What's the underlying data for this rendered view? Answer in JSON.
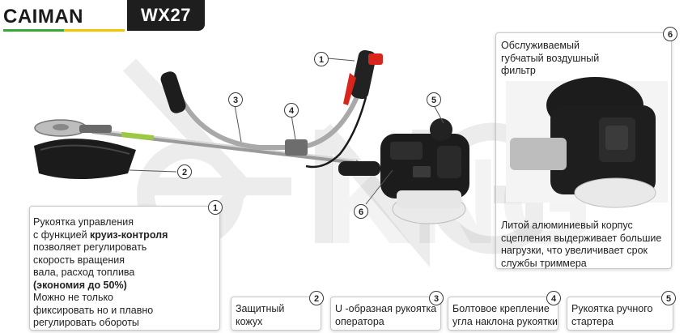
{
  "brand": {
    "name": "CAIMAN",
    "model": "WX27",
    "stripe_colors": [
      "#39a935",
      "#f2c500"
    ]
  },
  "watermark": {
    "text": "KNG"
  },
  "callouts": [
    {
      "number": "1",
      "label": "Рукоятка управления"
    },
    {
      "number": "2",
      "label": "Защитный кожух"
    },
    {
      "number": "3",
      "label": "U-образная рукоятка оператора"
    },
    {
      "number": "4",
      "label": "Болтовое крепление угла наклона рукоятки"
    },
    {
      "number": "5",
      "label": "Рукоятка ручного стартера"
    },
    {
      "number": "6",
      "label": "Обслуживаемый губчатый воздушный фильтр"
    }
  ],
  "info_left": {
    "number": "1",
    "lines": [
      {
        "text": "Рукоятка управления"
      },
      {
        "prefix": "с функцией ",
        "bold": "круиз-контроля"
      },
      {
        "text": "позволяет регулировать"
      },
      {
        "text": "скорость вращения"
      },
      {
        "text": "вала, расход топлива"
      },
      {
        "bold": "(экономия до 50%)"
      },
      {
        "text": "Можно не только"
      },
      {
        "text": "фиксировать но и плавно"
      },
      {
        "text": "регулировать обороты"
      }
    ]
  },
  "info_right": {
    "number": "6",
    "title_lines": [
      "Обслуживаемый",
      "губчатый воздушный",
      "фильтр"
    ],
    "body_lines": [
      "Литой алюминиевый корпус",
      "сцепления выдерживает большие",
      "нагрузки, что увеличивает срок",
      "службы триммера"
    ]
  },
  "bottom_boxes": [
    {
      "number": "2",
      "lines": [
        "Защитный",
        "кожух"
      ]
    },
    {
      "number": "3",
      "lines": [
        "U -образная рукоятка",
        "оператора"
      ]
    },
    {
      "number": "4",
      "lines": [
        "Болтовое крепление",
        "угла наклона рукоятки"
      ]
    },
    {
      "number": "5",
      "lines": [
        "Рукоятка ручного",
        "стартера"
      ]
    }
  ],
  "colors": {
    "accent_red": "#d9261c",
    "dark": "#1e1e1e",
    "border": "#c8c8c8"
  }
}
